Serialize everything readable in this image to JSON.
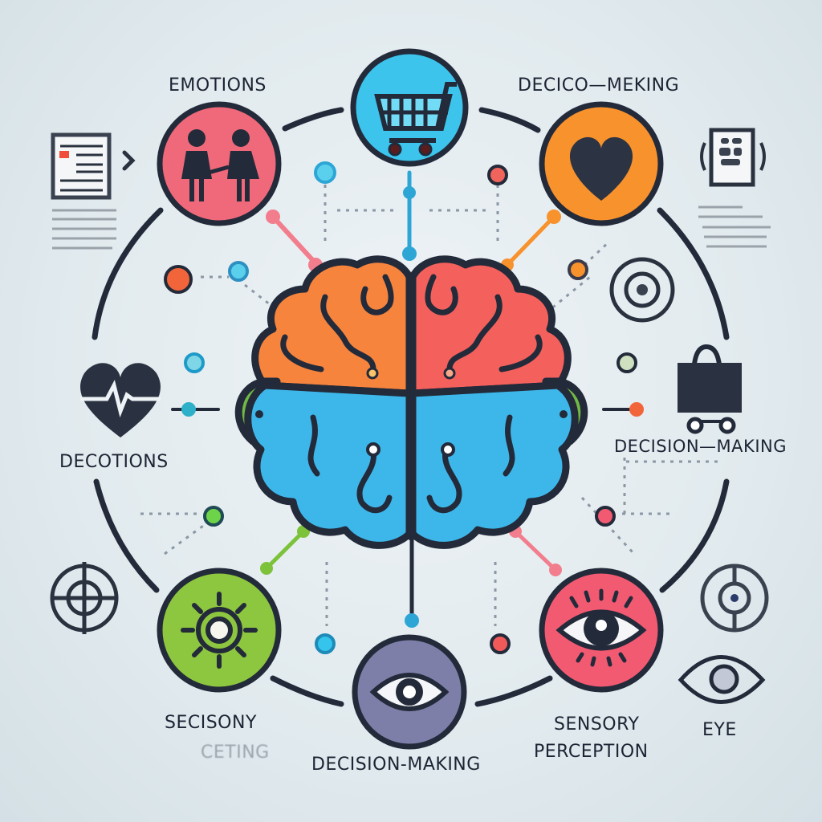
{
  "title": "Brain connections diagram",
  "labels": {
    "top_left": "EMOTIONS",
    "top_right": "DECICO—MEKING",
    "left_middle": "DECOTIONS",
    "right_middle": "DECISION—MAKING",
    "bottom_left_line1": "SECISONY",
    "bottom_left_line2": "CETING",
    "bottom_center": "DECISION-MAKING",
    "bottom_right_line1": "SENSORY",
    "bottom_right_line2": "PERCEPTION",
    "far_right": "EYE"
  },
  "nodes": [
    {
      "id": "emotions",
      "icon": "couple-icon",
      "color": "#f0697a"
    },
    {
      "id": "shopping",
      "icon": "shopping-cart-icon",
      "color": "#3cc4ec"
    },
    {
      "id": "love",
      "icon": "heart-icon",
      "color": "#f7922d"
    },
    {
      "id": "sensory",
      "icon": "sun-gear-icon",
      "color": "#8dc63f"
    },
    {
      "id": "decision",
      "icon": "eye-icon",
      "color": "#7d7fa8"
    },
    {
      "id": "perception",
      "icon": "eye-lashes-icon",
      "color": "#f25a72"
    }
  ],
  "colors": {
    "outline": "#232a3a",
    "brain_orange": "#f7843d",
    "brain_red": "#f4605c",
    "brain_green": "#71b844",
    "brain_blue": "#3db7ea",
    "background": "#e4ecef"
  }
}
